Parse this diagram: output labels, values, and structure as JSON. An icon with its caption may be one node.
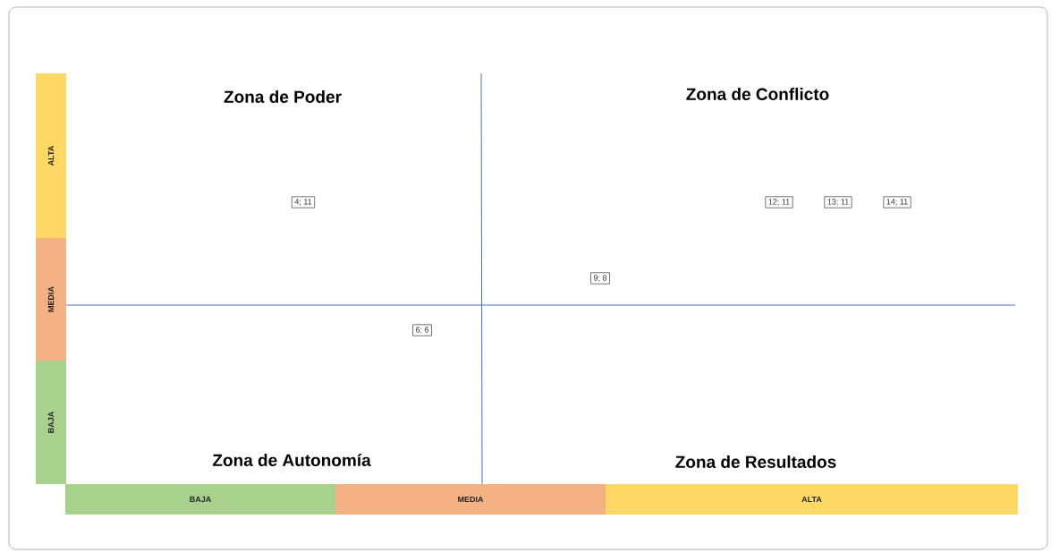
{
  "diagram": {
    "nodes": [
      {
        "text": [
          "ALTA"
        ]
      },
      {
        "text": [
          "4; 11"
        ]
      },
      {
        "text": [
          "12; 11"
        ]
      },
      {
        "text": [
          "13; 11"
        ]
      },
      {
        "text": [
          "14; 11"
        ]
      },
      {
        "text": [
          "MEDIA"
        ]
      },
      {
        "text": [
          "9; 8"
        ]
      },
      {
        "text": [
          "6; 6"
        ]
      },
      {
        "text": [
          "BAJA"
        ]
      },
      {
        "text": [
          "BAJA"
        ]
      },
      {
        "text": [
          "MEDIA"
        ]
      },
      {
        "text": [
          "ALTA"
        ]
      }
    ],
    "labels": [
      "Zona de Poder",
      "Zona de Conflicto",
      "Zona de Autonomía",
      "Zona de Resultados"
    ]
  }
}
